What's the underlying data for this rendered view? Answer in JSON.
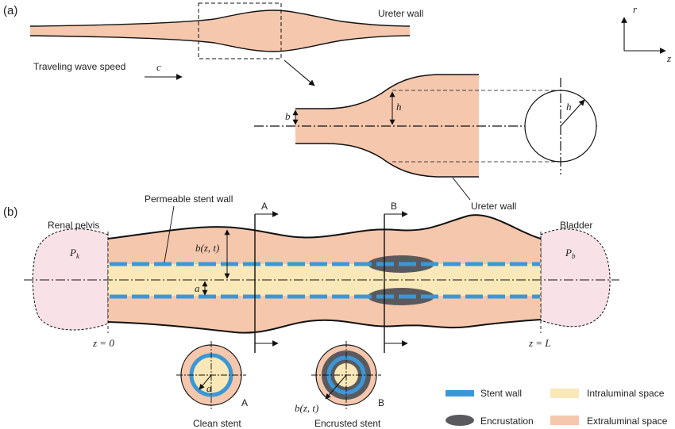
{
  "panel_a": {
    "label": "(a)",
    "ureter_wall_label": "Ureter wall",
    "wave_speed_label": "Traveling wave speed",
    "wave_speed_symbol": "c",
    "axis_r": "r",
    "axis_z": "z",
    "b_symbol": "b",
    "h_symbol": "h",
    "h_circle_symbol": "h"
  },
  "panel_b": {
    "label": "(b)",
    "renal_pelvis_label": "Renal pelvis",
    "bladder_label": "Bladder",
    "pk_symbol": "P",
    "pk_sub": "k",
    "pb_symbol": "P",
    "pb_sub": "b",
    "permeable_label": "Permeable stent wall",
    "ureter_wall_label": "Ureter wall",
    "section_a": "A",
    "section_b": "B",
    "bzt_symbol": "b(z, t)",
    "a_symbol": "a",
    "z0_label": "z = 0",
    "zl_label": "z = L",
    "clean_stent_label": "Clean stent",
    "encrusted_stent_label": "Encrusted stent",
    "cross_a_symbol": "a",
    "cross_a_tag": "A",
    "cross_b_tag": "B",
    "cross_bzt_symbol": "b(z, t)"
  },
  "legend": {
    "stent_wall": "Stent wall",
    "intraluminal": "Intraluminal space",
    "encrustation": "Encrustation",
    "extraluminal": "Extraluminal space"
  },
  "colors": {
    "extraluminal": "#f5c7ad",
    "intraluminal": "#fbe8b8",
    "stent_wall": "#3b97d6",
    "encrustation": "#5a5a5e",
    "pelvis_fill": "#f8e1e7",
    "line": "#111111"
  }
}
